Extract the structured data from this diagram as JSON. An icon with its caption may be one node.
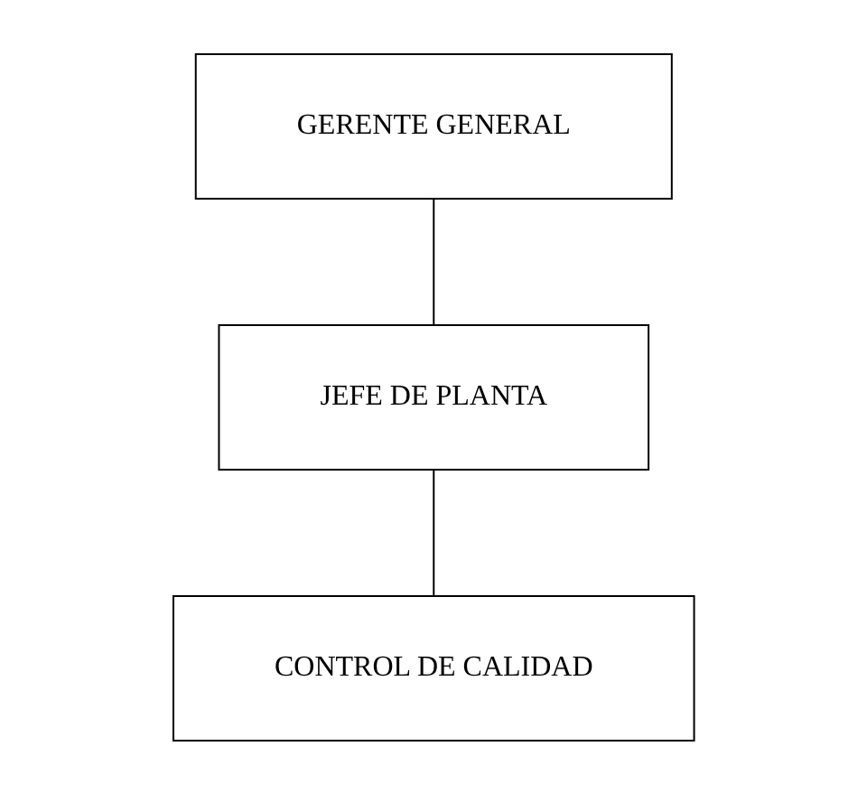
{
  "diagram": {
    "nodes": [
      {
        "text": [
          "GERENTE GENERAL"
        ]
      },
      {
        "text": [
          "JEFE DE PLANTA"
        ]
      },
      {
        "text": [
          "CONTROL DE CALIDAD"
        ]
      }
    ],
    "edges": [
      {
        "from": 0,
        "to": 1,
        "arrow": "none"
      },
      {
        "from": 1,
        "to": 2,
        "arrow": "none"
      }
    ]
  }
}
